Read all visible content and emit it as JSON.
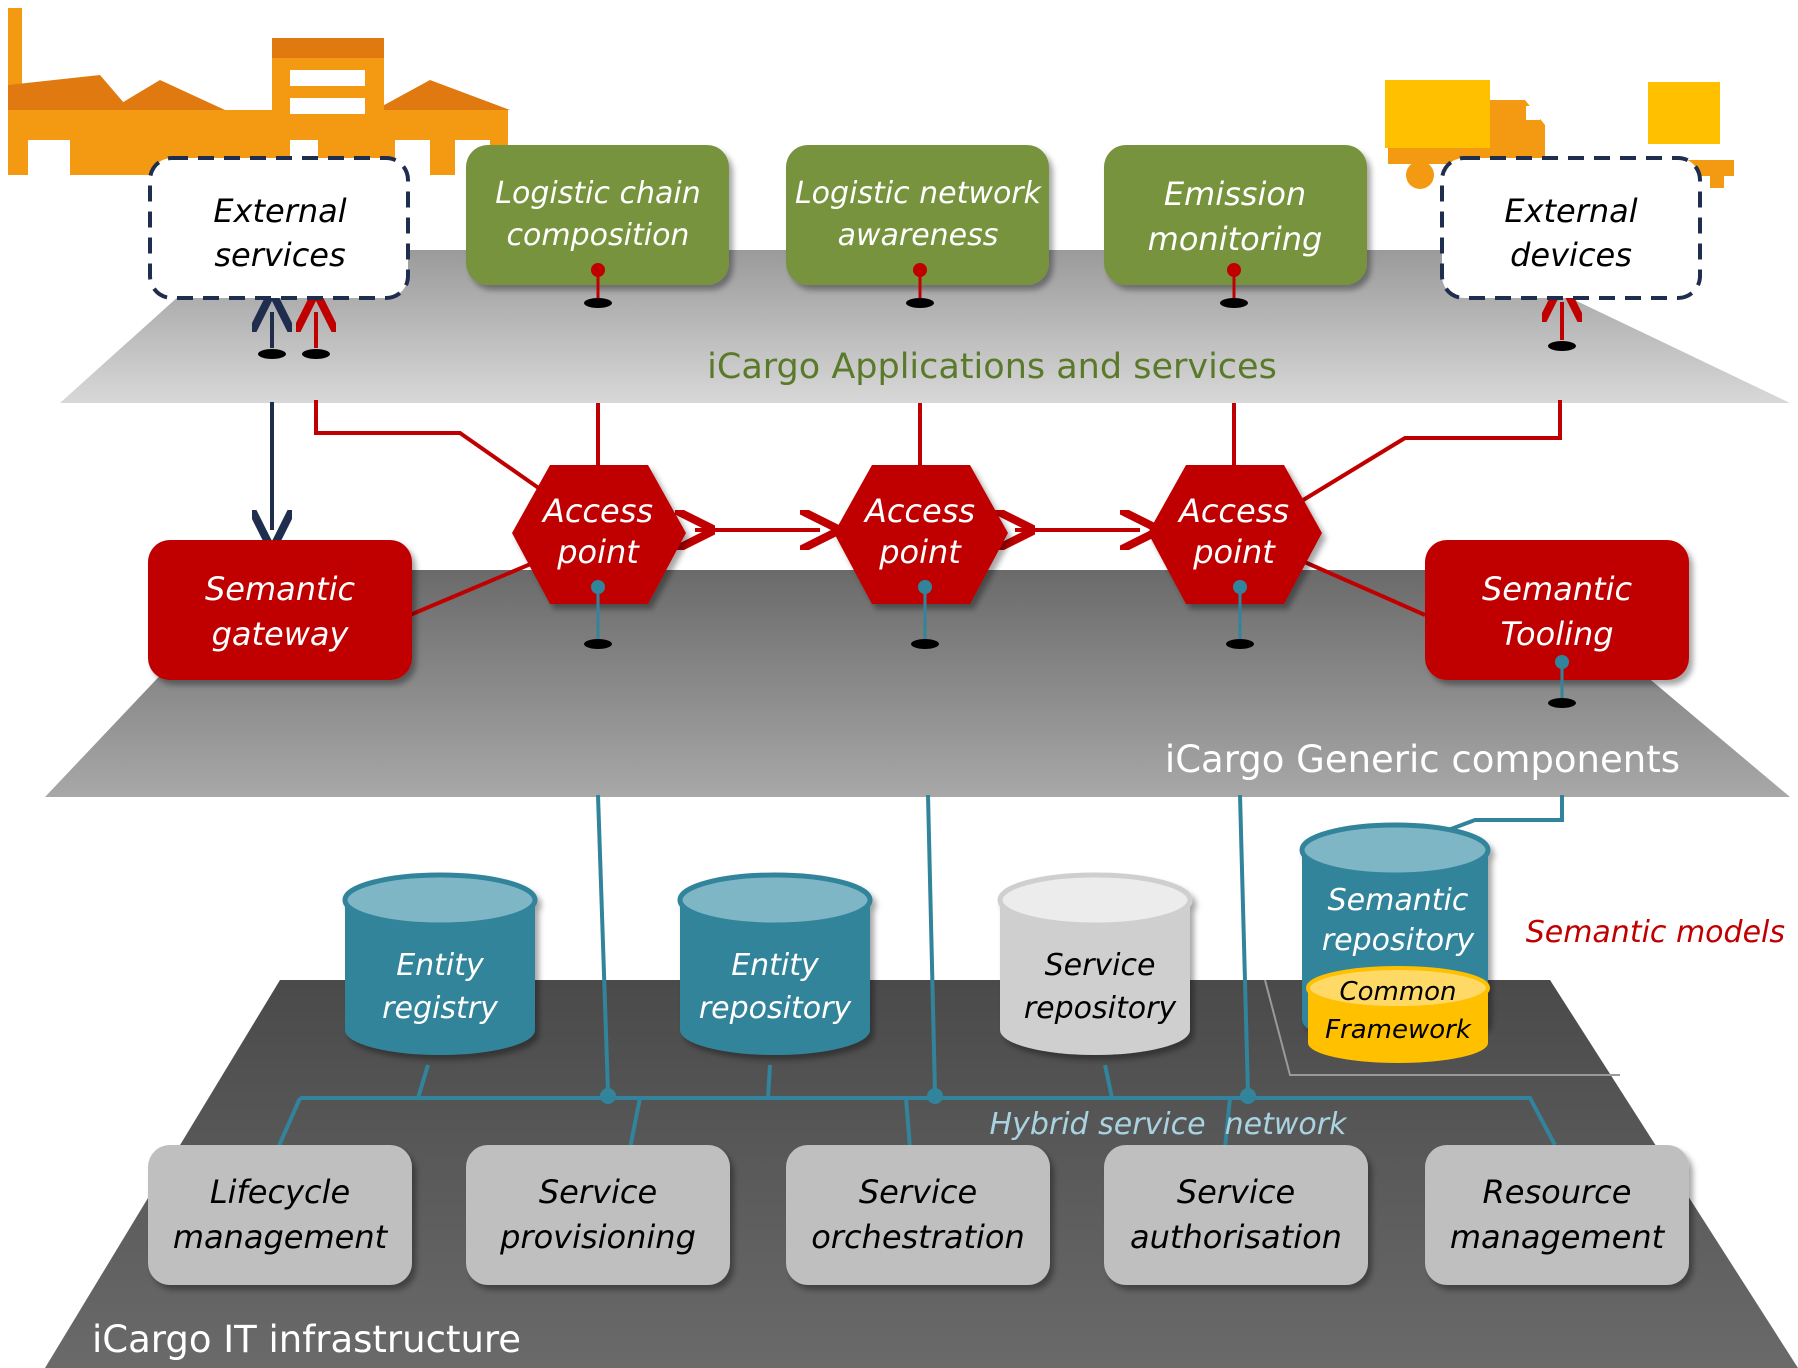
{
  "layers": {
    "applications": "iCargo Applications and services",
    "generic": "iCargo Generic components",
    "infrastructure": "iCargo IT infrastructure"
  },
  "apps": [
    {
      "line1": "Logistic chain",
      "line2": "composition"
    },
    {
      "line1": "Logistic network",
      "line2": "awareness"
    },
    {
      "line1": "Emission",
      "line2": "monitoring"
    }
  ],
  "external": {
    "services": {
      "line1": "External",
      "line2": "services"
    },
    "devices": {
      "line1": "External",
      "line2": "devices"
    }
  },
  "generic_components": {
    "gateway": {
      "line1": "Semantic",
      "line2": "gateway"
    },
    "tooling": {
      "line1": "Semantic",
      "line2": "Tooling"
    },
    "access_points": [
      {
        "line1": "Access",
        "line2": "point"
      },
      {
        "line1": "Access",
        "line2": "point"
      },
      {
        "line1": "Access",
        "line2": "point"
      }
    ]
  },
  "repositories": {
    "entity_registry": {
      "line1": "Entity",
      "line2": "registry"
    },
    "entity_repository": {
      "line1": "Entity",
      "line2": "repository"
    },
    "service_repository": {
      "line1": "Service",
      "line2": "repository"
    },
    "semantic_repository": {
      "line1": "Semantic",
      "line2": "repository"
    },
    "common_framework": {
      "line1": "Common",
      "line2": "Framework"
    }
  },
  "semantic_models_label": "Semantic models",
  "network_label": "Hybrid service  network",
  "infra_components": [
    {
      "line1": "Lifecycle",
      "line2": "management"
    },
    {
      "line1": "Service",
      "line2": "provisioning"
    },
    {
      "line1": "Service",
      "line2": "orchestration"
    },
    {
      "line1": "Service",
      "line2": "authorisation"
    },
    {
      "line1": "Resource",
      "line2": "management"
    }
  ],
  "colors": {
    "app_green": "#77933c",
    "red": "#c00000",
    "teal": "#31849b",
    "orange": "#f39a12",
    "yellow": "#ffc000",
    "navy": "#1f2d4e",
    "infra_box": "#bfbfbf",
    "layer_text_green": "#5a7a2a"
  }
}
